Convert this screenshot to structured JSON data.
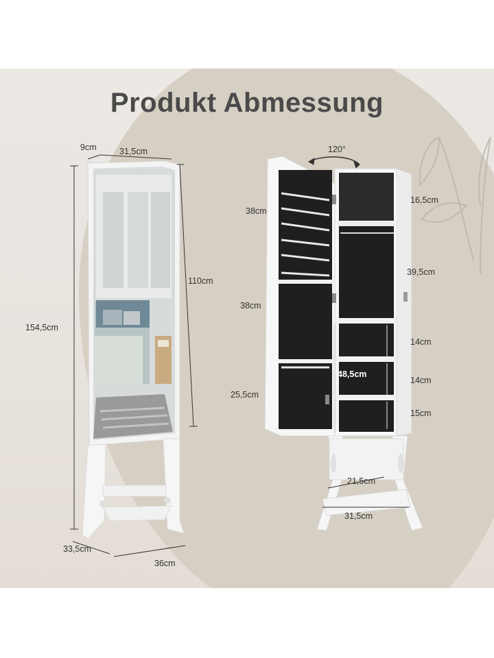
{
  "title": "Produkt Abmessung",
  "left_mirror": {
    "depth": "9cm",
    "width": "31,5cm",
    "mirror_height": "110cm",
    "total_height": "154,5cm",
    "base_depth": "33,5cm",
    "base_width": "36cm"
  },
  "right_cabinet": {
    "door_angle": "120°",
    "door_section_top": "38cm",
    "door_section_middle": "38cm",
    "door_section_bottom": "25,5cm",
    "top_compartment": "16,5cm",
    "upper_compartment": "39,5cm",
    "shelf_1": "14cm",
    "shelf_2": "14cm",
    "shelf_3": "15cm",
    "inner_width": "48,5cm",
    "base_inner_width": "21,5cm",
    "base_outer_width": "31,5cm"
  },
  "colors": {
    "background": "#ece8e4",
    "blob": "#d6cfc3",
    "title": "#4a4a4a",
    "cabinet_white": "#f7f7f7",
    "velvet": "#1f1f1f"
  }
}
